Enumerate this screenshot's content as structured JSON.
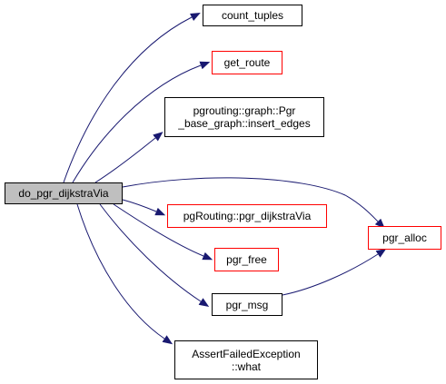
{
  "colors": {
    "edge": "#191970",
    "root_fill": "#bfbfbf",
    "border_normal": "#000000",
    "border_link": "#ff0000"
  },
  "nodes": [
    {
      "id": "root",
      "lines": [
        "do_pgr_dijkstraVia"
      ],
      "style": "root"
    },
    {
      "id": "count_tuples",
      "lines": [
        "count_tuples"
      ],
      "style": "normal"
    },
    {
      "id": "get_route",
      "lines": [
        "get_route"
      ],
      "style": "link"
    },
    {
      "id": "insert_edges",
      "lines": [
        "pgrouting::graph::Pgr",
        "_base_graph::insert_edges"
      ],
      "style": "normal"
    },
    {
      "id": "pgr_alloc",
      "lines": [
        "pgr_alloc"
      ],
      "style": "link"
    },
    {
      "id": "pgr_dijkstraVia",
      "lines": [
        "pgRouting::pgr_dijkstraVia"
      ],
      "style": "link"
    },
    {
      "id": "pgr_free",
      "lines": [
        "pgr_free"
      ],
      "style": "link"
    },
    {
      "id": "pgr_msg",
      "lines": [
        "pgr_msg"
      ],
      "style": "normal"
    },
    {
      "id": "assert_what",
      "lines": [
        "AssertFailedException",
        "::what"
      ],
      "style": "normal"
    }
  ],
  "edges": [
    {
      "from": "root",
      "to": "count_tuples"
    },
    {
      "from": "root",
      "to": "get_route"
    },
    {
      "from": "root",
      "to": "insert_edges"
    },
    {
      "from": "root",
      "to": "pgr_alloc"
    },
    {
      "from": "root",
      "to": "pgr_dijkstraVia"
    },
    {
      "from": "root",
      "to": "pgr_free"
    },
    {
      "from": "root",
      "to": "pgr_msg"
    },
    {
      "from": "root",
      "to": "assert_what"
    },
    {
      "from": "pgr_msg",
      "to": "pgr_alloc"
    }
  ]
}
